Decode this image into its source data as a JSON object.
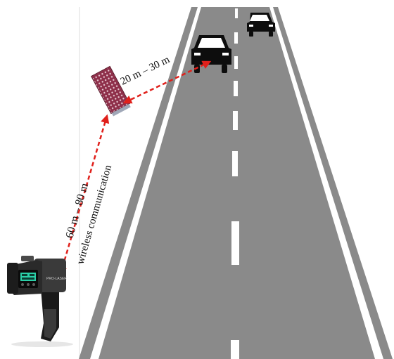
{
  "labels": {
    "near_distance": "20 m – 30 m",
    "far_distance": "60 m – 80 m",
    "link_type": "wireless communication",
    "device_brand": "PRO-LASER"
  },
  "colors": {
    "road": "#8a8a8a",
    "road_edge": "#ffffff",
    "lane_marking": "#ffffff",
    "arrow": "#e0201b",
    "car": "#0d0d0d",
    "sensor_array": "#8e2f4a",
    "device_body": "#2a2a2a",
    "device_screen": "#2bd0a8"
  },
  "icons": {
    "car_near": "car-front-icon",
    "car_far": "car-front-icon",
    "sensor": "antenna-array-icon",
    "device": "handheld-laser-gun-icon"
  }
}
